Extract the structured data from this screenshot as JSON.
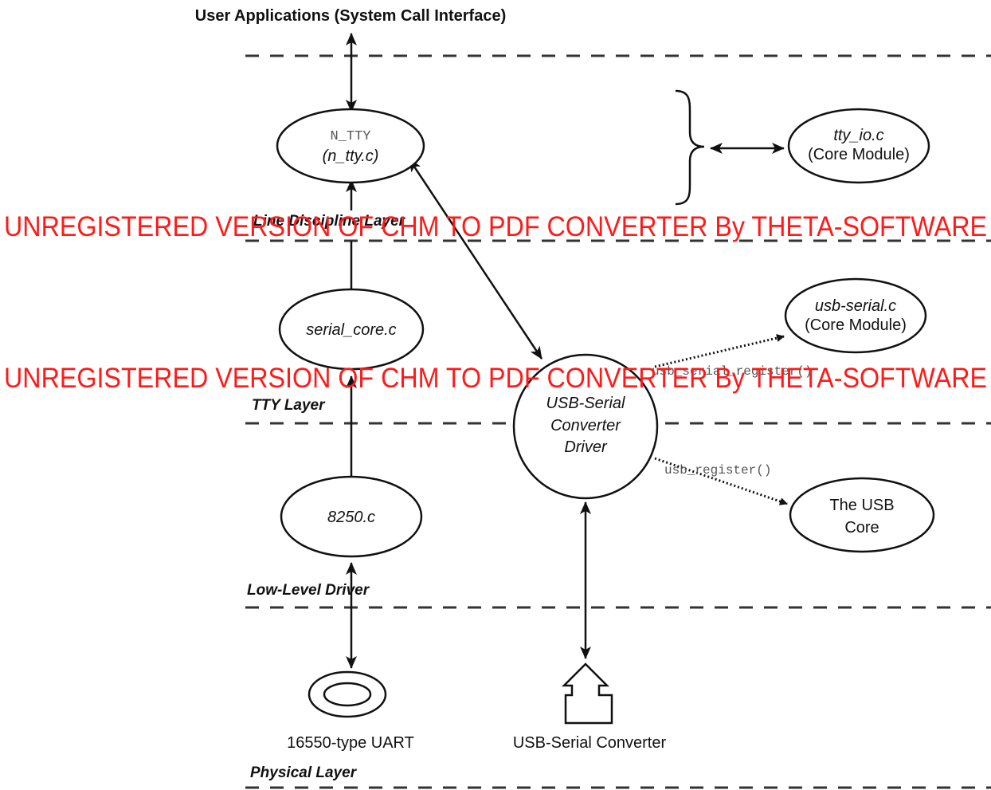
{
  "top_label": "User Applications (System Call Interface)",
  "layers": {
    "line_discipline": "Line Discipline Layer",
    "tty": "TTY Layer",
    "low_level": "Low-Level Driver",
    "physical": "Physical Layer"
  },
  "nodes": {
    "n_tty": {
      "line1": "N_TTY",
      "line2": "(n_tty.c)"
    },
    "tty_io": {
      "line1": "tty_io.c",
      "line2": "(Core Module)"
    },
    "serial_core": {
      "line1": "serial_core.c"
    },
    "usb_serial_core": {
      "line1": "usb-serial.c",
      "line2": "(Core Module)"
    },
    "usb_serial_driver": {
      "line1": "USB-Serial",
      "line2": "Converter",
      "line3": "Driver"
    },
    "usb_core": {
      "line1": "The USB",
      "line2": "Core"
    },
    "uart_8250": {
      "line1": "8250.c"
    }
  },
  "edge_labels": {
    "usb_serial_register": "usb_serial_register()",
    "usb_register": "usb_register()"
  },
  "devices": {
    "uart": "16550-type UART",
    "usb_converter": "USB-Serial Converter"
  },
  "watermark": "UNREGISTERED VERSION OF CHM TO PDF CONVERTER By THETA-SOFTWARE",
  "colors": {
    "watermark": "#ff1a1a",
    "ink": "#111111"
  }
}
